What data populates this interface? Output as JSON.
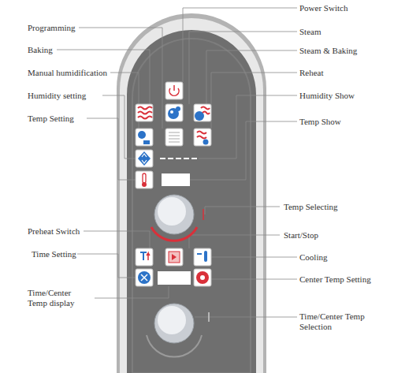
{
  "diagram": {
    "labels": [
      "Power Switch",
      "Programming",
      "Steam",
      "Baking",
      "Steam & Baking",
      "Manual humidification",
      "Reheat",
      "Humidity setting",
      "Humidity Show",
      "Temp Setting",
      "Temp Show",
      "Temp Selecting",
      "Start/Stop",
      "Preheat Switch",
      "Time Setting",
      "Cooling",
      "Center Temp Setting",
      "Time/Center Temp display",
      "Time/Center Temp Selection"
    ]
  }
}
